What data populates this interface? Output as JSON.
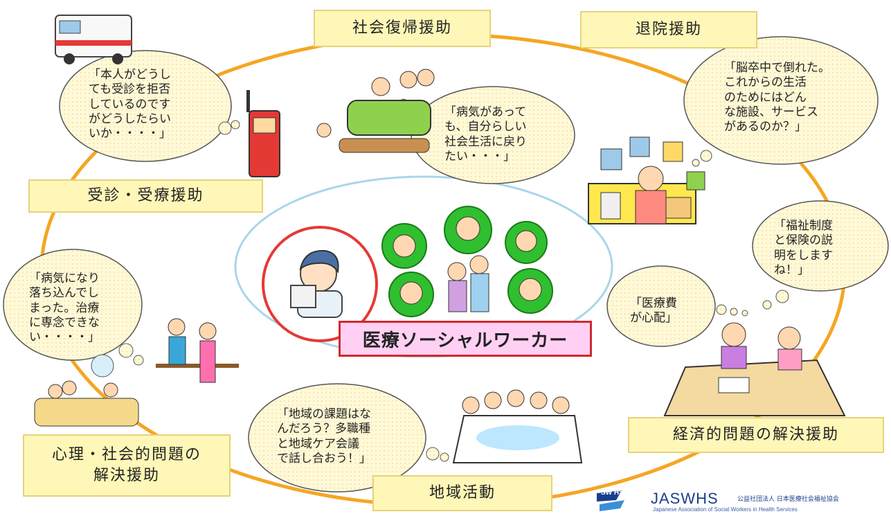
{
  "center": {
    "title": "医療ソーシャルワーカー"
  },
  "support_areas": {
    "social_return": "社会復帰援助",
    "discharge": "退院援助",
    "consultation": "受診・受療援助",
    "psychosocial": "心理・社会的問題の\n解決援助",
    "community": "地域活動",
    "economic": "経済的問題の解決援助"
  },
  "voices": {
    "refusal": "「本人がどうし\nても受診を拒否\nしているのです\nがどうしたらい\nいか・・・・」",
    "social_life": "「病気があって\nも、自分らしい\n社会生活に戻り\nたい・・・」",
    "stroke": "「脳卒中で倒れた。\nこれからの生活\nのためにはどん\nな施設、サービス\nがあるのか？」",
    "welfare": "「福祉制度\nと保険の説\n明をします\nね！」",
    "medical_cost": "「医療費\nが心配」",
    "depressed": "「病気になり\n落ち込んでし\nまった。治療\nに専念できな\nい・・・・」",
    "community_issue": "「地域の課題はな\nんだろう？多職種\nと地域ケア会議\nで話し合おう！」"
  },
  "logo": {
    "mark": "SW HS",
    "name": "JASWHS",
    "org_jp": "公益社団法人 日本医療社会福祉協会",
    "org_en": "Japanese Association of Social Workers in Health Services"
  },
  "colors": {
    "ring": "#f5a623",
    "center_ellipse": "#a9d6ea",
    "center_circle": "#e53935",
    "label_bg": "#fff7b8",
    "center_label_bg": "#ffd0f3"
  }
}
